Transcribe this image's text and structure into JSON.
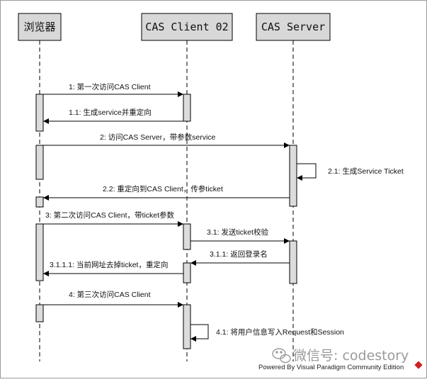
{
  "participants": [
    {
      "id": "browser",
      "label": "浏览器"
    },
    {
      "id": "client",
      "label": "CAS Client 02"
    },
    {
      "id": "server",
      "label": "CAS Server"
    }
  ],
  "messages": [
    {
      "label": "1: 第一次访问CAS Client",
      "from": "browser",
      "to": "client",
      "kind": "call"
    },
    {
      "label": "1.1: 生成service并重定向",
      "from": "client",
      "to": "browser",
      "kind": "return"
    },
    {
      "label": "2: 访问CAS Server，带参数service",
      "from": "browser",
      "to": "server",
      "kind": "call"
    },
    {
      "label": "2.1: 生成Service Ticket",
      "from": "server",
      "to": "server",
      "kind": "self"
    },
    {
      "label": "2.2: 重定向到CAS Client，传参ticket",
      "from": "server",
      "to": "browser",
      "kind": "return"
    },
    {
      "label": "3: 第二次访问CAS Client，带ticket参数",
      "from": "browser",
      "to": "client",
      "kind": "call"
    },
    {
      "label": "3.1: 发送ticket校验",
      "from": "client",
      "to": "server",
      "kind": "call"
    },
    {
      "label": "3.1.1: 返回登录名",
      "from": "server",
      "to": "client",
      "kind": "return"
    },
    {
      "label": "3.1.1.1: 当前网址去掉ticket，重定向",
      "from": "client",
      "to": "browser",
      "kind": "return"
    },
    {
      "label": "4: 第三次访问CAS Client",
      "from": "browser",
      "to": "client",
      "kind": "call"
    },
    {
      "label": "4.1: 将用户信息写入Request和Session",
      "from": "client",
      "to": "client",
      "kind": "self"
    }
  ],
  "watermark": {
    "text": "微信号: codestory",
    "icon": "wechat-icon"
  },
  "footer": {
    "powered_by": "Powered By  Visual Paradigm Community Edition",
    "icon": "visual-paradigm-logo-icon"
  },
  "colors": {
    "line": "#000000",
    "box_fill": "#d8d8d8",
    "activation_fill": "#dcdcdc",
    "watermark": "#9a9a9a",
    "logo": "#cc2222"
  }
}
